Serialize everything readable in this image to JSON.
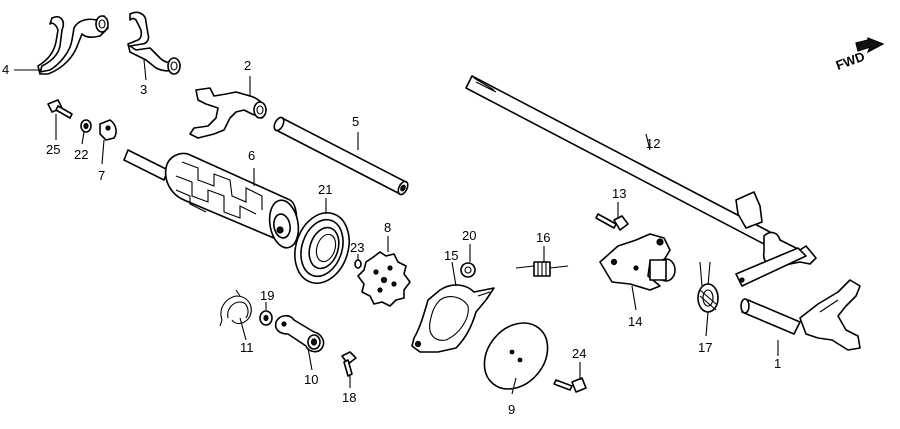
{
  "diagram": {
    "direction_label": "FWD",
    "callouts": {
      "p1": "1",
      "p2": "2",
      "p3": "3",
      "p4": "4",
      "p5": "5",
      "p6": "6",
      "p7": "7",
      "p8": "8",
      "p9": "9",
      "p10": "10",
      "p11": "11",
      "p12": "12",
      "p13": "13",
      "p14": "14",
      "p15": "15",
      "p16": "16",
      "p17": "17",
      "p18": "18",
      "p19": "19",
      "p20": "20",
      "p21": "21",
      "p22": "22",
      "p23": "23",
      "p24": "24",
      "p25": "25"
    }
  }
}
